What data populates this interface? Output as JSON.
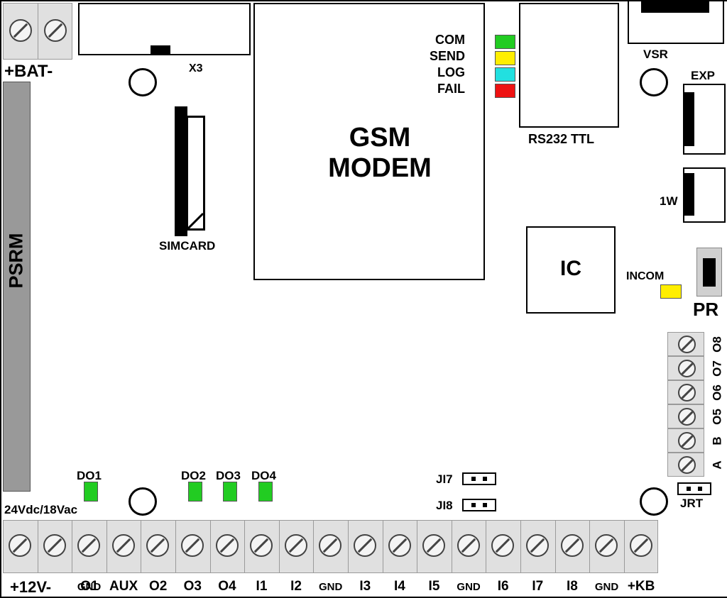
{
  "board": {
    "battery_label": "+BAT-",
    "x3_label": "X3",
    "simcard_label": "SIMCARD",
    "modem_line1": "GSM",
    "modem_line2": "MODEM",
    "rs232_label": "RS232 TTL",
    "vsr_label": "VSR",
    "exp_label": "EXP",
    "onewire_label": "1W",
    "ic_label": "IC",
    "incom_label": "INCOM",
    "pr_label": "PR",
    "psrm_label": "PSRM",
    "power_label": "24Vdc/18Vac",
    "jrt_label": "JRT",
    "ji7_label": "JI7",
    "ji8_label": "JI8"
  },
  "status_leds": [
    {
      "label": "COM",
      "color": "#22cc22"
    },
    {
      "label": "SEND",
      "color": "#ffee00"
    },
    {
      "label": "LOG",
      "color": "#22e0e0"
    },
    {
      "label": "FAIL",
      "color": "#ee1111"
    }
  ],
  "incom_led_color": "#ffee00",
  "output_leds": [
    {
      "label": "DO1",
      "color": "#22cc22"
    },
    {
      "label": "DO2",
      "color": "#22cc22"
    },
    {
      "label": "DO3",
      "color": "#22cc22"
    },
    {
      "label": "DO4",
      "color": "#22cc22"
    }
  ],
  "side_terminals": [
    "O8",
    "O7",
    "O6",
    "O5",
    "B",
    "A"
  ],
  "bottom_terminals": [
    "+12V-",
    "O1",
    "GND",
    "AUX",
    "O2",
    "O3",
    "O4",
    "I1",
    "I2",
    "GND",
    "I3",
    "I4",
    "I5",
    "GND",
    "I6",
    "I7",
    "I8",
    "GND",
    "+KB"
  ]
}
